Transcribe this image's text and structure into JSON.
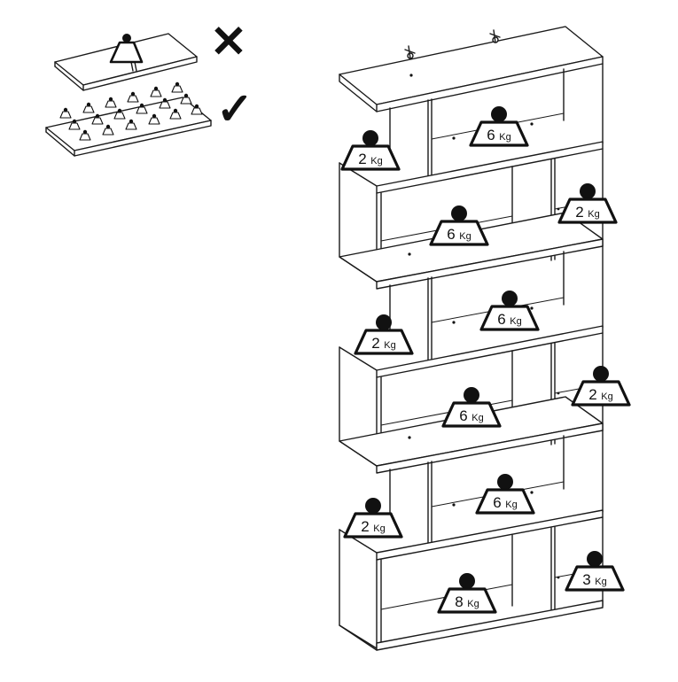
{
  "illustration": {
    "wrong_mark": "✕",
    "right_mark": "✓",
    "weights": [
      {
        "id": "top-right-6",
        "value": "6",
        "unit": "Kg"
      },
      {
        "id": "top-left-2",
        "value": "2",
        "unit": "Kg"
      },
      {
        "id": "tier2-center-6",
        "value": "6",
        "unit": "Kg"
      },
      {
        "id": "tier2-right-2",
        "value": "2",
        "unit": "Kg"
      },
      {
        "id": "tier3-right-6",
        "value": "6",
        "unit": "Kg"
      },
      {
        "id": "tier3-left-2",
        "value": "2",
        "unit": "Kg"
      },
      {
        "id": "tier4-center-6",
        "value": "6",
        "unit": "Kg"
      },
      {
        "id": "tier4-right-2",
        "value": "2",
        "unit": "Kg"
      },
      {
        "id": "tier5-center-6",
        "value": "6",
        "unit": "Kg"
      },
      {
        "id": "tier5-left-2",
        "value": "2",
        "unit": "Kg"
      },
      {
        "id": "bottom-center-8",
        "value": "8",
        "unit": "Kg"
      },
      {
        "id": "bottom-right-3",
        "value": "3",
        "unit": "Kg"
      }
    ]
  }
}
